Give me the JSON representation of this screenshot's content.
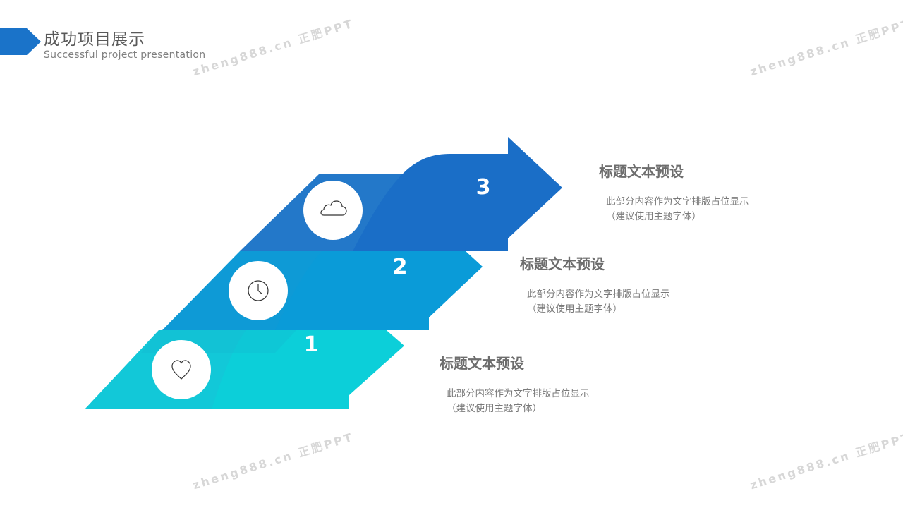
{
  "header": {
    "title": "成功项目展示",
    "subtitle": "Successful project presentation",
    "accent_color": "#1a73c9"
  },
  "steps": [
    {
      "number": "1",
      "icon": "heart-icon",
      "color": "#12c8d8",
      "heading": "标题文本预设",
      "desc_line1": "此部分内容作为文字排版占位显示",
      "desc_line2": "（建议使用主题字体）"
    },
    {
      "number": "2",
      "icon": "clock-icon",
      "color": "#0e9ad6",
      "heading": "标题文本预设",
      "desc_line1": "此部分内容作为文字排版占位显示",
      "desc_line2": "（建议使用主题字体）"
    },
    {
      "number": "3",
      "icon": "cloud-icon",
      "color": "#1a6ec7",
      "heading": "标题文本预设",
      "desc_line1": "此部分内容作为文字排版占位显示",
      "desc_line2": "（建议使用主题字体）"
    }
  ],
  "watermark": "zheng888.cn 正肥PPT"
}
